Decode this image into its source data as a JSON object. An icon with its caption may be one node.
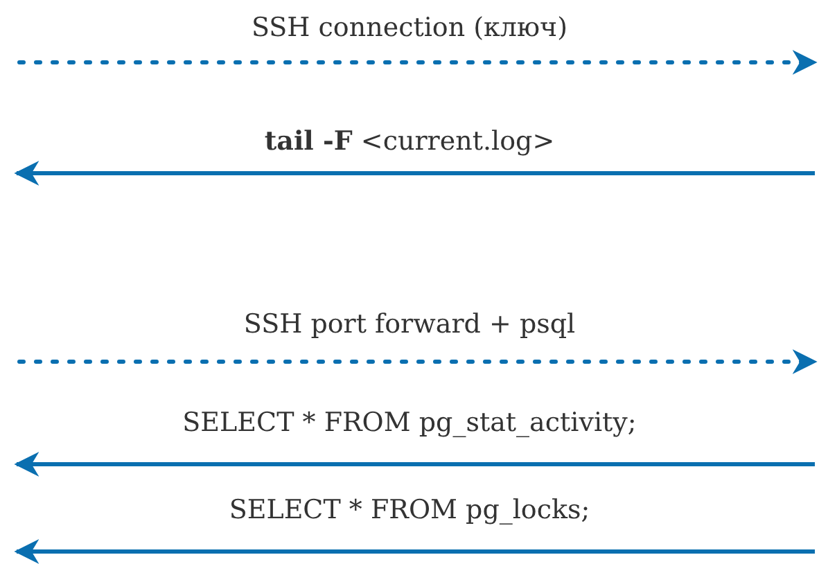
{
  "diagram": {
    "labels": [
      "SSH connection (ключ)",
      "**tail -F** <current.log>",
      "SSH port forward + psql",
      "SELECT * FROM pg_stat_activity;",
      "SELECT * FROM pg_locks;"
    ]
  }
}
